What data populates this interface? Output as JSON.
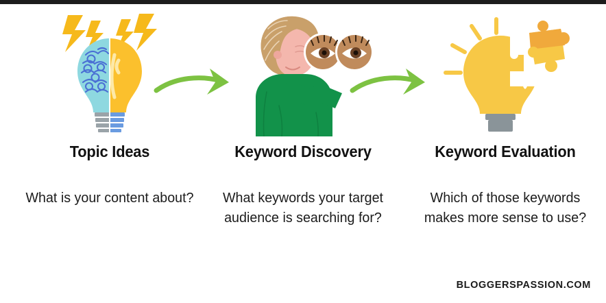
{
  "page": {
    "brand": "BLOGGERSPASSION.COM",
    "background_color": "#ffffff",
    "topbar_color": "#1c1c1c"
  },
  "theme": {
    "arrow_green": "#7dc242",
    "bulb_yellow": "#f7c846",
    "puzzle_orange": "#f0a93c",
    "brain_teal": "#8ed8e0",
    "brain_outline_blue": "#4a6fd4",
    "sweater_green": "#12924a",
    "hair_blonde": "#c9a06a",
    "skin_pink": "#f4b7ad",
    "lens_tan": "#c08b5c",
    "bolt_yellow": "#f6b91b",
    "base_gray": "#9aa3a8",
    "base_blue": "#6a9be0"
  },
  "steps": [
    {
      "icon": "brain-lightbulb-icon",
      "heading": "Topic Ideas",
      "body": "What is your content about?"
    },
    {
      "icon": "woman-with-binoculars-icon",
      "heading": "Keyword Discovery",
      "body": "What keywords your target audience is searching for?"
    },
    {
      "icon": "lightbulb-puzzle-icon",
      "heading": "Keyword Evaluation",
      "body": "Which of those keywords makes more sense to use?"
    }
  ],
  "arrows": [
    {
      "name": "arrow-step1-to-step2",
      "glyph": "right-arrow-icon"
    },
    {
      "name": "arrow-step2-to-step3",
      "glyph": "right-arrow-icon"
    }
  ]
}
